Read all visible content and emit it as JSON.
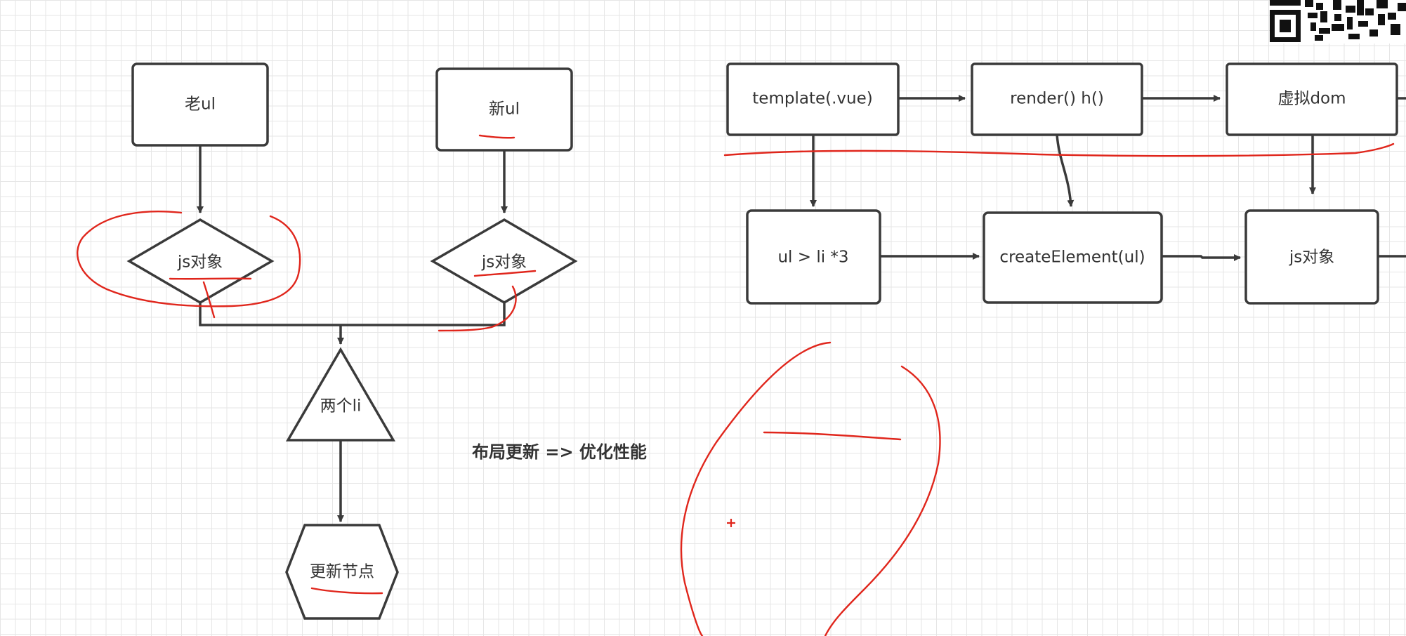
{
  "diagram": {
    "left_flow": {
      "old_ul": "老ul",
      "new_ul": "新ul",
      "js_object_left": "js对象",
      "js_object_right": "js对象",
      "two_li": "两个li",
      "update_node": "更新节点"
    },
    "right_flow": {
      "template": "template(.vue)",
      "render": "render() h()",
      "virtual_dom": "虚拟dom",
      "ul_li": "ul > li *3",
      "create_element": "createElement(ul)",
      "js_object": "js对象"
    },
    "note": "布局更新 => 优化性能"
  },
  "colors": {
    "stroke": "#3a3a3a",
    "text": "#333333",
    "annotation": "#e0261c",
    "grid": "#e6e6e6"
  }
}
